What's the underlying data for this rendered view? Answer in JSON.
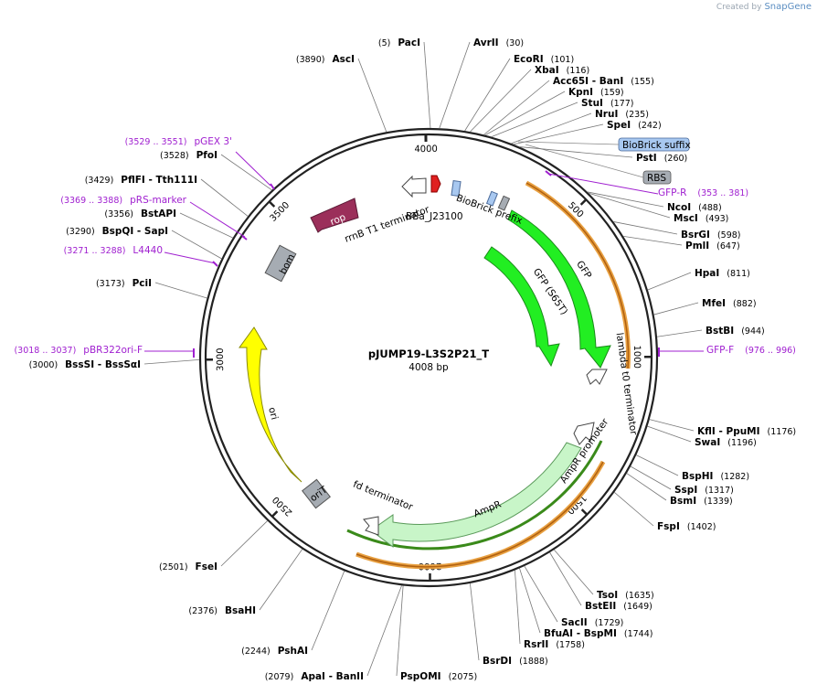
{
  "credit": {
    "prefix": "Created by",
    "brand": "SnapGene"
  },
  "plasmid": {
    "name": "pJUMP19-L3S2P21_T",
    "size": "4008 bp"
  },
  "ticks": [
    {
      "bp": 500,
      "label": "500"
    },
    {
      "bp": 1000,
      "label": "1000"
    },
    {
      "bp": 1500,
      "label": "1500"
    },
    {
      "bp": 2000,
      "label": "2000"
    },
    {
      "bp": 2500,
      "label": "2500"
    },
    {
      "bp": 3000,
      "label": "3000"
    },
    {
      "bp": 3500,
      "label": "3500"
    },
    {
      "bp": 4000,
      "label": "4000"
    }
  ],
  "sites": [
    {
      "name": "PacI",
      "pos": "(5)"
    },
    {
      "name": "AvrII",
      "pos": "(30)"
    },
    {
      "name": "AscI",
      "pos": "(3890)"
    },
    {
      "name": "EcoRI",
      "pos": "(101)"
    },
    {
      "name": "XbaI",
      "pos": "(116)"
    },
    {
      "name": "Acc65I - BanI",
      "pos": "(155)"
    },
    {
      "name": "KpnI",
      "pos": "(159)"
    },
    {
      "name": "StuI",
      "pos": "(177)"
    },
    {
      "name": "NruI",
      "pos": "(235)"
    },
    {
      "name": "SpeI",
      "pos": "(242)"
    },
    {
      "name": "PstI",
      "pos": "(260)"
    },
    {
      "name": "NcoI",
      "pos": "(488)"
    },
    {
      "name": "MscI",
      "pos": "(493)"
    },
    {
      "name": "BsrGI",
      "pos": "(598)"
    },
    {
      "name": "PmlI",
      "pos": "(647)"
    },
    {
      "name": "HpaI",
      "pos": "(811)"
    },
    {
      "name": "MfeI",
      "pos": "(882)"
    },
    {
      "name": "BstBI",
      "pos": "(944)"
    },
    {
      "name": "KflI - PpuMI",
      "pos": "(1176)"
    },
    {
      "name": "SwaI",
      "pos": "(1196)"
    },
    {
      "name": "BspHI",
      "pos": "(1282)"
    },
    {
      "name": "SspI",
      "pos": "(1317)"
    },
    {
      "name": "BsmI",
      "pos": "(1339)"
    },
    {
      "name": "FspI",
      "pos": "(1402)"
    },
    {
      "name": "TsoI",
      "pos": "(1635)"
    },
    {
      "name": "BstEII",
      "pos": "(1649)"
    },
    {
      "name": "SacII",
      "pos": "(1729)"
    },
    {
      "name": "BfuAI - BspMI",
      "pos": "(1744)"
    },
    {
      "name": "RsrII",
      "pos": "(1758)"
    },
    {
      "name": "BsrDI",
      "pos": "(1888)"
    },
    {
      "name": "PspOMI",
      "pos": "(2075)"
    },
    {
      "name": "ApaI - BanII",
      "pos": "(2079)"
    },
    {
      "name": "PshAI",
      "pos": "(2244)"
    },
    {
      "name": "BsaHI",
      "pos": "(2376)"
    },
    {
      "name": "FseI",
      "pos": "(2501)"
    },
    {
      "name": "BssSI - BssSαI",
      "pos": "(3000)"
    },
    {
      "name": "PciI",
      "pos": "(3173)"
    },
    {
      "name": "BspQI - SapI",
      "pos": "(3290)"
    },
    {
      "name": "BstAPI",
      "pos": "(3356)"
    },
    {
      "name": "PflFI - Tth111I",
      "pos": "(3429)"
    },
    {
      "name": "PfoI",
      "pos": "(3528)"
    }
  ],
  "primers": [
    {
      "name": "pGEX 3'",
      "range": "(3529 .. 3551)"
    },
    {
      "name": "pRS-marker",
      "range": "(3369 .. 3388)"
    },
    {
      "name": "L4440",
      "range": "(3271 .. 3288)"
    },
    {
      "name": "pBR322ori-F",
      "range": "(3018 .. 3037)"
    },
    {
      "name": "GFP-R",
      "range": "(353 .. 381)"
    },
    {
      "name": "GFP-F",
      "range": "(976 .. 996)"
    }
  ],
  "features": {
    "rop": "rop",
    "rrnb": "rrnB T1 terminator",
    "bba": "BBa_J23100",
    "prefix": "BioBrick prefix",
    "gfp": "GFP",
    "gfps65t": "GFP (S65T)",
    "lambda": "lambda t0 terminator",
    "ampr_promoter": "AmpR promoter",
    "ampr": "AmpR",
    "fd": "fd terminator",
    "ori": "ori",
    "orit": "oriT",
    "bom": "bom",
    "suffix": "BioBrick suffix",
    "rbs": "RBS"
  },
  "colors": {
    "gfp": "#22ee22",
    "ori": "#ffff00",
    "rop": "#9b2f5a",
    "ampr": "#c8f5c8",
    "primer": "#a020d0",
    "misc": "#a6acb3",
    "suffix": "#a8c8f0",
    "orange": "#e8a040",
    "darkgreen": "#3a8a1a"
  }
}
